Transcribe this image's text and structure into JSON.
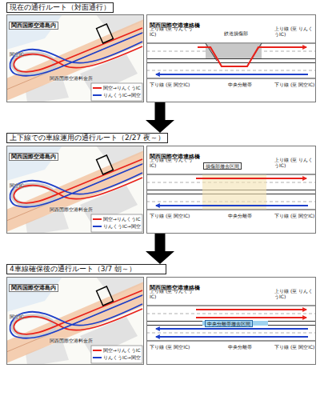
{
  "diagram": {
    "nodes": [
      {
        "text": [
          "現在の通行ルート（対面通行）"
        ]
      },
      {
        "text": [
          "関西国際空港島内"
        ]
      },
      {
        "text": [
          "関西国際空港連絡橋"
        ]
      },
      {
        "text": [
          "上下線での車線運用の通行ルート（2/27 夜～）"
        ]
      },
      {
        "text": [
          "関西国際空港島内"
        ]
      },
      {
        "text": [
          "関西国際空港連絡橋"
        ]
      },
      {
        "text": [
          "損傷部撤去区間"
        ],
        "in": 5
      },
      {
        "text": [
          "4車線確保後の通行ルート（3/7 朝～）"
        ]
      },
      {
        "text": [
          "関西国際空港島内"
        ]
      },
      {
        "text": [
          "関西国際空港連絡橋"
        ]
      },
      {
        "text": [
          "中央分離帯撤去区間"
        ],
        "in": 9
      }
    ],
    "edges": [
      {
        "from": 2,
        "to": 3,
        "arrow": "to"
      },
      {
        "from": 5,
        "to": 7,
        "arrow": "to"
      }
    ],
    "labels": [
      "関空IC",
      "関西国際空港料金所",
      "上り線 (至 りんくうIC)",
      "下り線 (至 関空IC)",
      "上り線 (至 りんくうIC)",
      "下り線 (至 関空IC)",
      "鉄道損傷部",
      "中央分離帯",
      "関空IC",
      "関西国際空港料金所",
      "上り線 (至 りんくうIC)",
      "下り線 (至 関空IC)",
      "上り線 (至 りんくうIC)",
      "下り線 (至 関空IC)",
      "中央分離帯",
      "関空IC",
      "関西国際空港料金所",
      "上り線 (至 りんくうIC)",
      "下り線 (至 関空IC)",
      "上り線 (至 りんくうIC)",
      "下り線 (至 関空IC)",
      "中央分離帯"
    ],
    "legend": [
      {
        "text": "関空→りんくうIC",
        "color": "#e8221b"
      },
      {
        "text": "りんくうIC→関空",
        "color": "#1d3fc9"
      },
      {
        "text": "関空→りんくうIC",
        "color": "#e8221b"
      },
      {
        "text": "りんくうIC→関空",
        "color": "#1d3fc9"
      },
      {
        "text": "関空→りんくうIC",
        "color": "#e8221b"
      },
      {
        "text": "りんくうIC→関空",
        "color": "#1d3fc9"
      }
    ]
  }
}
